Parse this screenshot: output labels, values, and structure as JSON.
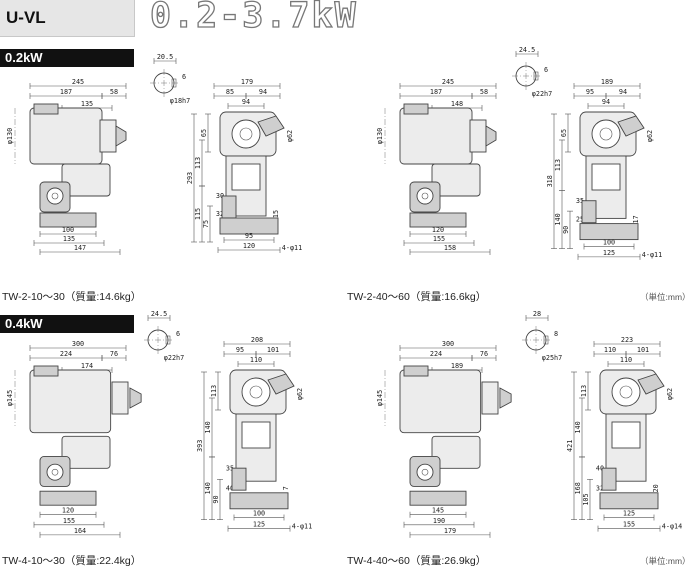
{
  "header": {
    "series": "U-VL",
    "power_range": "0.2-3.7kW"
  },
  "sections": [
    {
      "power": "0.2kW",
      "left": {
        "caption": "TW-2-10～30（質量:14.6kg）",
        "front": {
          "d": [
            "245",
            "187",
            "58",
            "135",
            "φ130",
            "100",
            "135",
            "147"
          ]
        },
        "shaft": {
          "d": [
            "20.5",
            "6",
            "φ18h7"
          ]
        },
        "side": {
          "d": [
            "179",
            "85",
            "94",
            "94",
            "65",
            "φ62",
            "293",
            "113",
            "115",
            "75",
            "30",
            "32",
            "15",
            "95",
            "120",
            "4-φ11"
          ]
        }
      },
      "right": {
        "caption": "TW-2-40～60（質量:16.6kg）",
        "front": {
          "d": [
            "245",
            "187",
            "58",
            "148",
            "φ130",
            "120",
            "155",
            "158"
          ]
        },
        "shaft": {
          "d": [
            "24.5",
            "6",
            "φ22h7"
          ]
        },
        "side": {
          "d": [
            "189",
            "95",
            "94",
            "94",
            "65",
            "φ62",
            "318",
            "113",
            "140",
            "90",
            "35",
            "25",
            "17",
            "100",
            "125",
            "4-φ11"
          ]
        }
      },
      "unit": "（単位:mm）"
    },
    {
      "power": "0.4kW",
      "left": {
        "caption": "TW-4-10～30（質量:22.4kg）",
        "front": {
          "d": [
            "300",
            "224",
            "76",
            "174",
            "φ145",
            "120",
            "155",
            "164"
          ]
        },
        "shaft": {
          "d": [
            "24.5",
            "6",
            "φ22h7"
          ]
        },
        "side": {
          "d": [
            "208",
            "95",
            "101",
            "110",
            "113",
            "φ62",
            "393",
            "140",
            "140",
            "90",
            "35",
            "40",
            "7",
            "100",
            "125",
            "4-φ11"
          ]
        }
      },
      "right": {
        "caption": "TW-4-40～60（質量:26.9kg）",
        "front": {
          "d": [
            "300",
            "224",
            "76",
            "189",
            "φ145",
            "145",
            "190",
            "179"
          ]
        },
        "shaft": {
          "d": [
            "28",
            "8",
            "φ25h7"
          ]
        },
        "side": {
          "d": [
            "223",
            "110",
            "101",
            "110",
            "113",
            "φ62",
            "421",
            "140",
            "168",
            "105",
            "40",
            "32",
            "20",
            "125",
            "155",
            "4-φ14"
          ]
        }
      },
      "unit": "（単位:mm）"
    }
  ]
}
